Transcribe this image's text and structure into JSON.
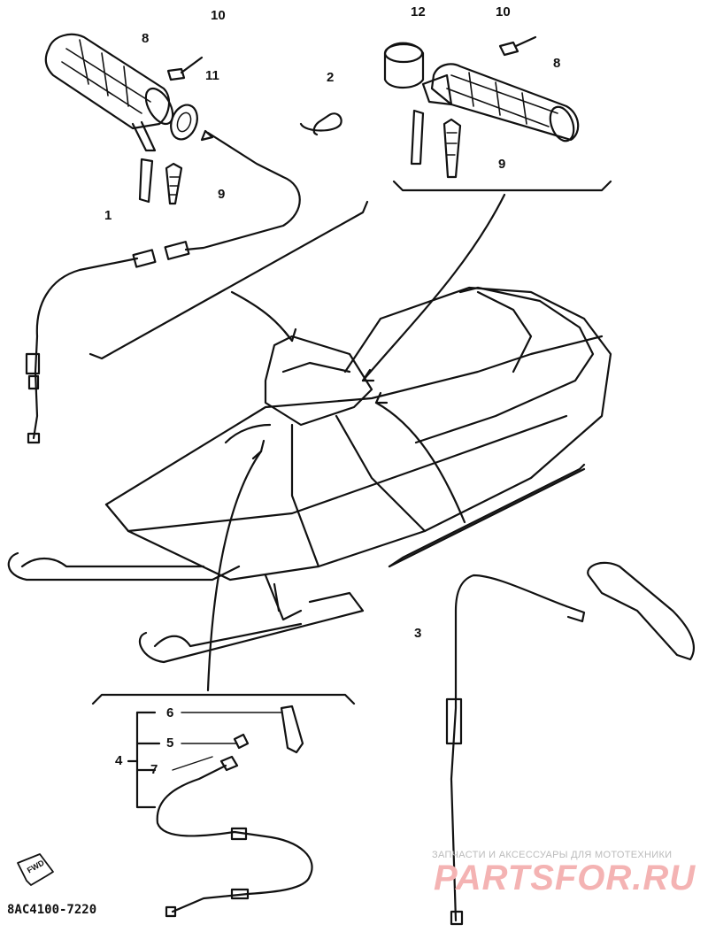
{
  "callouts": [
    {
      "id": "c10a",
      "label": "10"
    },
    {
      "id": "c8a",
      "label": "8"
    },
    {
      "id": "c11",
      "label": "11"
    },
    {
      "id": "c2",
      "label": "2"
    },
    {
      "id": "c9a",
      "label": "9"
    },
    {
      "id": "c1",
      "label": "1"
    },
    {
      "id": "c12",
      "label": "12"
    },
    {
      "id": "c10b",
      "label": "10"
    },
    {
      "id": "c8b",
      "label": "8"
    },
    {
      "id": "c9b",
      "label": "9"
    },
    {
      "id": "c3",
      "label": "3"
    },
    {
      "id": "c6",
      "label": "6"
    },
    {
      "id": "c5",
      "label": "5"
    },
    {
      "id": "c4",
      "label": "4"
    },
    {
      "id": "c7",
      "label": "7"
    }
  ],
  "direction_badge": "FWD",
  "diagram_code": "8AC4100-7220",
  "watermark": {
    "tagline": "ЗАПЧАСТИ И АКСЕССУАРЫ ДЛЯ МОТОТЕХНИКИ",
    "logo": "PARTSFOR.RU"
  },
  "colors": {
    "ink": "#111111",
    "watermark": "#f4b3b3"
  }
}
